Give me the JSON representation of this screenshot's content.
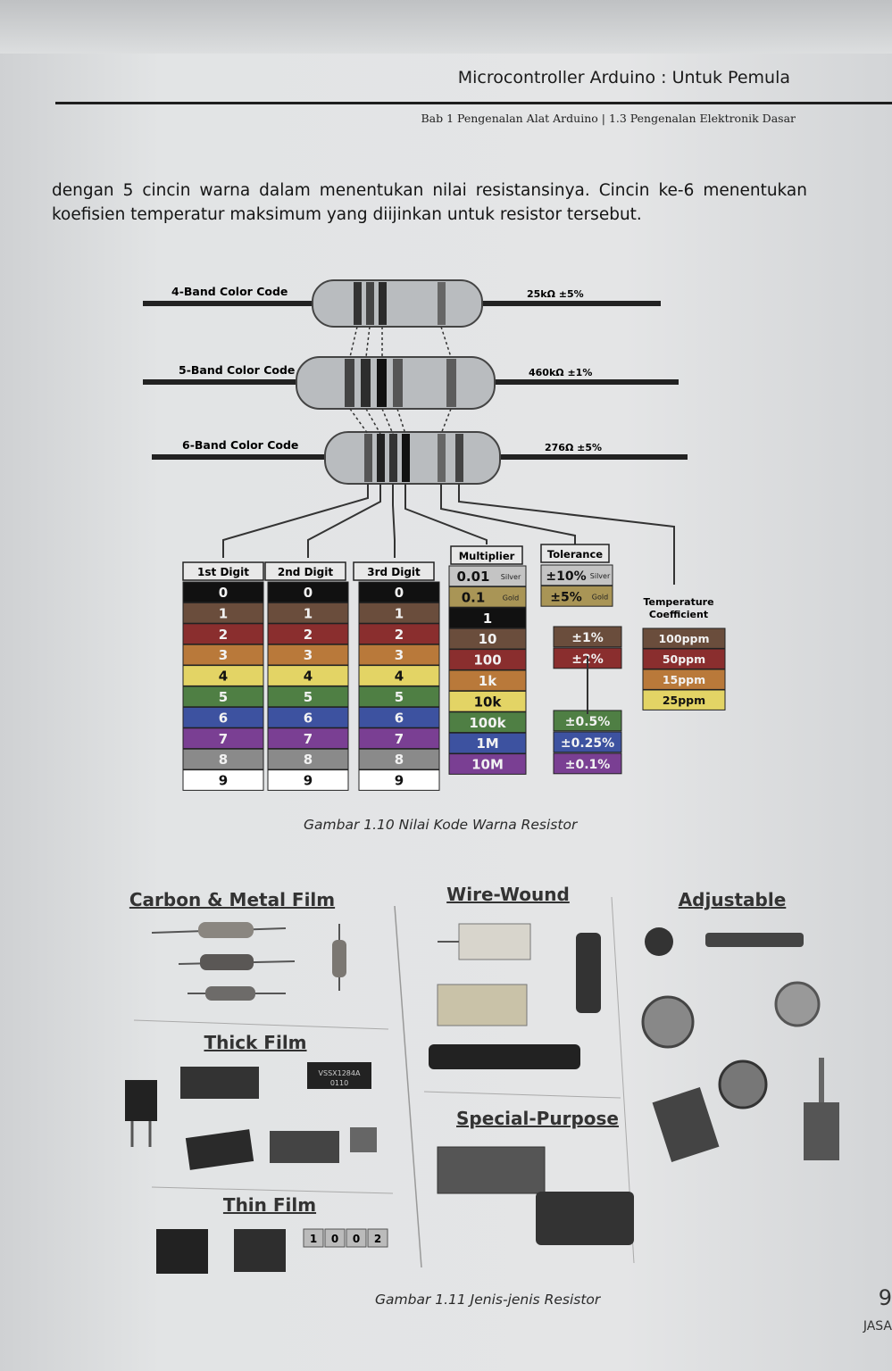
{
  "header": {
    "title": "Microcontroller Arduino : Untuk Pemula",
    "subtitle": "Bab 1 Pengenalan Alat Arduino  | 1.3 Pengenalan Elektronik Dasar"
  },
  "paragraph": "dengan 5 cincin warna dalam menentukan nilai resistansinya. Cincin ke-6 menentukan koefisien temperatur maksimum yang diijinkan untuk resistor tersebut.",
  "figure1": {
    "bands": [
      {
        "label": "4-Band Color Code",
        "value": "25kΩ  ±5%"
      },
      {
        "label": "5-Band Color Code",
        "value": "460kΩ  ±1%"
      },
      {
        "label": "6-Band Color Code",
        "value": "276Ω  ±5%"
      }
    ],
    "columns": {
      "first_digit": "1st Digit",
      "second_digit": "2nd Digit",
      "third_digit": "3rd Digit",
      "multiplier": "Multiplier",
      "tolerance": "Tolerance",
      "temperature": "Temperature Coefficient"
    },
    "digits": [
      "0",
      "1",
      "2",
      "3",
      "4",
      "5",
      "6",
      "7",
      "8",
      "9"
    ],
    "digit_colors": [
      "#111111",
      "#6a4d3c",
      "#8a2e2e",
      "#b9793a",
      "#e3d465",
      "#4f7f44",
      "#3d52a0",
      "#7a3f93",
      "#8a8a8a",
      "#ffffff"
    ],
    "multiplier": [
      {
        "text": "0.01",
        "sub": "Silver",
        "color": "#c4c4c4"
      },
      {
        "text": "0.1",
        "sub": "Gold",
        "color": "#a99556"
      },
      {
        "text": "1",
        "color": "#111111"
      },
      {
        "text": "10",
        "color": "#6a4d3c"
      },
      {
        "text": "100",
        "color": "#8a2e2e"
      },
      {
        "text": "1k",
        "color": "#b9793a"
      },
      {
        "text": "10k",
        "color": "#e3d465"
      },
      {
        "text": "100k",
        "color": "#4f7f44"
      },
      {
        "text": "1M",
        "color": "#3d52a0"
      },
      {
        "text": "10M",
        "color": "#7a3f93"
      }
    ],
    "tolerance_top": [
      {
        "text": "±10%",
        "sub": "Silver",
        "color": "#c4c4c4"
      },
      {
        "text": "±5%",
        "sub": "Gold",
        "color": "#a99556"
      }
    ],
    "tolerance": [
      {
        "text": "±1%",
        "color": "#6a4d3c"
      },
      {
        "text": "±2%",
        "color": "#8a2e2e"
      },
      {
        "text": "±0.5%",
        "color": "#4f7f44"
      },
      {
        "text": "±0.25%",
        "color": "#3d52a0"
      },
      {
        "text": "±0.1%",
        "color": "#7a3f93"
      }
    ],
    "temperature": [
      {
        "text": "100ppm",
        "color": "#6a4d3c"
      },
      {
        "text": "50ppm",
        "color": "#8a2e2e"
      },
      {
        "text": "15ppm",
        "color": "#b9793a"
      },
      {
        "text": "25ppm",
        "color": "#e3d465"
      }
    ],
    "caption": "Gambar 1.10 Nilai Kode Warna Resistor"
  },
  "figure2": {
    "categories": {
      "carbon": "Carbon & Metal Film",
      "wire": "Wire-Wound",
      "adjustable": "Adjustable",
      "thick": "Thick Film",
      "special": "Special-Purpose",
      "thin": "Thin Film"
    },
    "chip_labels": [
      "VSSX1284A",
      "0110",
      "1",
      "0",
      "0",
      "2"
    ],
    "caption": "Gambar 1.11 Jenis-jenis Resistor"
  },
  "footer": {
    "page_number": "9",
    "word": "JASA"
  }
}
